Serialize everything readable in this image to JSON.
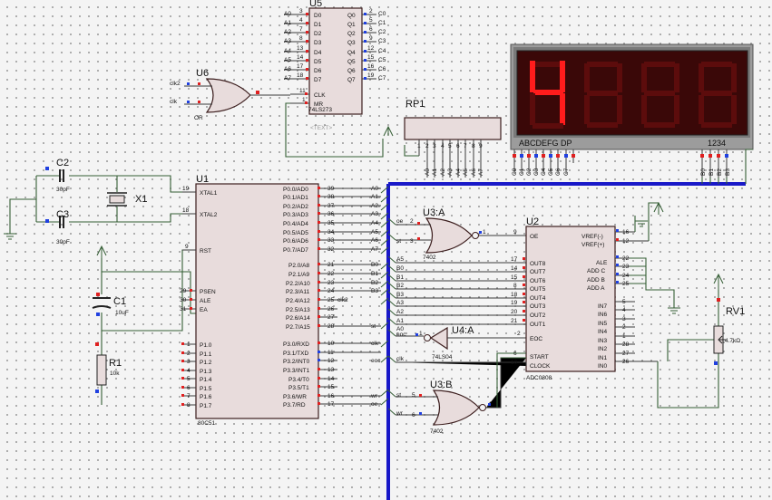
{
  "components": {
    "u5": {
      "ref": "U5",
      "part": "74LS273",
      "text_tag": "<TEXT>",
      "left_pins": [
        "D0",
        "D1",
        "D2",
        "D3",
        "D4",
        "D5",
        "D6",
        "D7"
      ],
      "right_pins": [
        "Q0",
        "Q1",
        "Q2",
        "Q3",
        "Q4",
        "Q5",
        "Q6",
        "Q7"
      ],
      "left_pin_numbers": [
        "3",
        "4",
        "7",
        "8",
        "13",
        "14",
        "17",
        "18"
      ],
      "right_pin_numbers": [
        "2",
        "5",
        "6",
        "9",
        "12",
        "15",
        "16",
        "19"
      ],
      "left_nets": [
        "A0",
        "A1",
        "A2",
        "A3",
        "A4",
        "A5",
        "A6",
        "A7"
      ],
      "right_nets": [
        "C0",
        "C1",
        "C2",
        "C3",
        "C4",
        "C5",
        "C6",
        "C7"
      ],
      "clk": "CLK",
      "mr": "MR",
      "clk_pin": "11",
      "mr_pin": "1"
    },
    "u6": {
      "ref": "U6",
      "label": "OR",
      "in1": "clk2",
      "in2": "clk"
    },
    "display": {
      "digits": [
        "4",
        "8",
        "8",
        "8"
      ],
      "lit": [
        true,
        false,
        false,
        false
      ],
      "seg_label": "ABCDEFG  DP",
      "digit_label": "1234",
      "seg_nets": [
        "C0",
        "C1",
        "C2",
        "C3",
        "C4",
        "C5",
        "C6",
        "C7"
      ],
      "digit_nets": [
        "B0",
        "B1",
        "B2",
        "B3"
      ]
    },
    "rp1": {
      "ref": "RP1",
      "nets": [
        "A0",
        "A1",
        "A2",
        "A3",
        "A4",
        "A5",
        "A6",
        "A7"
      ],
      "pin_numbers": [
        "1",
        "2",
        "3",
        "4",
        "5",
        "6",
        "7",
        "8",
        "9"
      ]
    },
    "c2": {
      "ref": "C2",
      "value": "30pF"
    },
    "c3": {
      "ref": "C3",
      "value": "30pF"
    },
    "x1": {
      "ref": "X1"
    },
    "c1": {
      "ref": "C1",
      "value": "10uF"
    },
    "r1": {
      "ref": "R1",
      "value": "10k"
    },
    "u1": {
      "ref": "U1",
      "part": "80C51",
      "left": [
        {
          "name": "XTAL1",
          "pin": "19"
        },
        {
          "name": "XTAL2",
          "pin": "18"
        },
        {
          "name": "RST",
          "pin": "9"
        },
        {
          "name": "PSEN",
          "pin": "29"
        },
        {
          "name": "ALE",
          "pin": "30"
        },
        {
          "name": "EA",
          "pin": "31"
        },
        {
          "name": "P1.0",
          "pin": "1"
        },
        {
          "name": "P1.1",
          "pin": "2"
        },
        {
          "name": "P1.2",
          "pin": "3"
        },
        {
          "name": "P1.3",
          "pin": "4"
        },
        {
          "name": "P1.4",
          "pin": "5"
        },
        {
          "name": "P1.5",
          "pin": "6"
        },
        {
          "name": "P1.6",
          "pin": "7"
        },
        {
          "name": "P1.7",
          "pin": "8"
        }
      ],
      "right": [
        {
          "name": "P0.0/AD0",
          "pin": "39",
          "net": "A0"
        },
        {
          "name": "P0.1/AD1",
          "pin": "38",
          "net": "A1"
        },
        {
          "name": "P0.2/AD2",
          "pin": "37",
          "net": "A2"
        },
        {
          "name": "P0.3/AD3",
          "pin": "36",
          "net": "A3"
        },
        {
          "name": "P0.4/AD4",
          "pin": "35",
          "net": "A4"
        },
        {
          "name": "P0.5/AD5",
          "pin": "34",
          "net": "A5"
        },
        {
          "name": "P0.6/AD6",
          "pin": "33",
          "net": "A6"
        },
        {
          "name": "P0.7/AD7",
          "pin": "32",
          "net": "A7"
        },
        {
          "name": "P2.0/A8",
          "pin": "21",
          "net": "B0"
        },
        {
          "name": "P2.1/A9",
          "pin": "22",
          "net": "B1"
        },
        {
          "name": "P2.2/A10",
          "pin": "23",
          "net": "B2"
        },
        {
          "name": "P2.3/A11",
          "pin": "24",
          "net": "B3"
        },
        {
          "name": "P2.4/A12",
          "pin": "25",
          "net": "clk2"
        },
        {
          "name": "P2.5/A13",
          "pin": "26",
          "net": ""
        },
        {
          "name": "P2.6/A14",
          "pin": "27",
          "net": ""
        },
        {
          "name": "P2.7/A15",
          "pin": "28",
          "net": "st"
        },
        {
          "name": "P3.0/RXD",
          "pin": "10",
          "net": "clk"
        },
        {
          "name": "P3.1/TXD",
          "pin": "11",
          "net": "eoc"
        },
        {
          "name": "P3.2/INT0",
          "pin": "12",
          "net": ""
        },
        {
          "name": "P3.3/INT1",
          "pin": "13",
          "net": ""
        },
        {
          "name": "P3.4/T0",
          "pin": "14",
          "net": ""
        },
        {
          "name": "P3.5/T1",
          "pin": "15",
          "net": ""
        },
        {
          "name": "P3.6/WR",
          "pin": "16",
          "net": "wr"
        },
        {
          "name": "P3.7/RD",
          "pin": "17",
          "net": "oe"
        }
      ]
    },
    "u3a": {
      "ref": "U3:A",
      "part": "7402",
      "in1": "oe",
      "in1_pin": "2",
      "in2": "st",
      "in2_pin": "3",
      "out_pin": "1"
    },
    "u3b": {
      "ref": "U3:B",
      "part": "7402",
      "in1": "st",
      "in1_pin": "5",
      "in2": "wr",
      "in2_pin": "6",
      "out_pin": "4"
    },
    "u4a": {
      "ref": "U4:A",
      "part": "74LS04",
      "in": "eoc",
      "in_pin": "2",
      "out_pin": "1"
    },
    "u2": {
      "ref": "U2",
      "part": "ADC0808",
      "left": [
        {
          "name": "OE",
          "pin": "9"
        },
        {
          "name": "OUT8",
          "pin": "17"
        },
        {
          "name": "OUT7",
          "pin": "14"
        },
        {
          "name": "OUT6",
          "pin": "15"
        },
        {
          "name": "OUT5",
          "pin": "8"
        },
        {
          "name": "OUT4",
          "pin": "18"
        },
        {
          "name": "OUT3",
          "pin": "19"
        },
        {
          "name": "OUT2",
          "pin": "20"
        },
        {
          "name": "OUT1",
          "pin": "21"
        },
        {
          "name": "EOC",
          "pin": "7"
        },
        {
          "name": "START",
          "pin": "6"
        },
        {
          "name": "CLOCK",
          "pin": "10"
        }
      ],
      "left_nets": [
        "A5",
        "B0",
        "B1",
        "B2",
        "B3",
        "A3",
        "A2",
        "A1",
        "A0"
      ],
      "right": [
        {
          "name": "VREF(-)",
          "pin": "16"
        },
        {
          "name": "VREF(+)",
          "pin": "12"
        },
        {
          "name": "ALE",
          "pin": "22"
        },
        {
          "name": "ADD C",
          "pin": "23"
        },
        {
          "name": "ADD B",
          "pin": "24"
        },
        {
          "name": "ADD A",
          "pin": "25"
        },
        {
          "name": "IN7",
          "pin": "5"
        },
        {
          "name": "IN6",
          "pin": "4"
        },
        {
          "name": "IN5",
          "pin": "3"
        },
        {
          "name": "IN4",
          "pin": "2"
        },
        {
          "name": "IN3",
          "pin": "1"
        },
        {
          "name": "IN2",
          "pin": "28"
        },
        {
          "name": "IN1",
          "pin": "27"
        },
        {
          "name": "IN0",
          "pin": "26"
        }
      ]
    },
    "rv1": {
      "ref": "RV1",
      "value": "4.7kΩ"
    }
  }
}
